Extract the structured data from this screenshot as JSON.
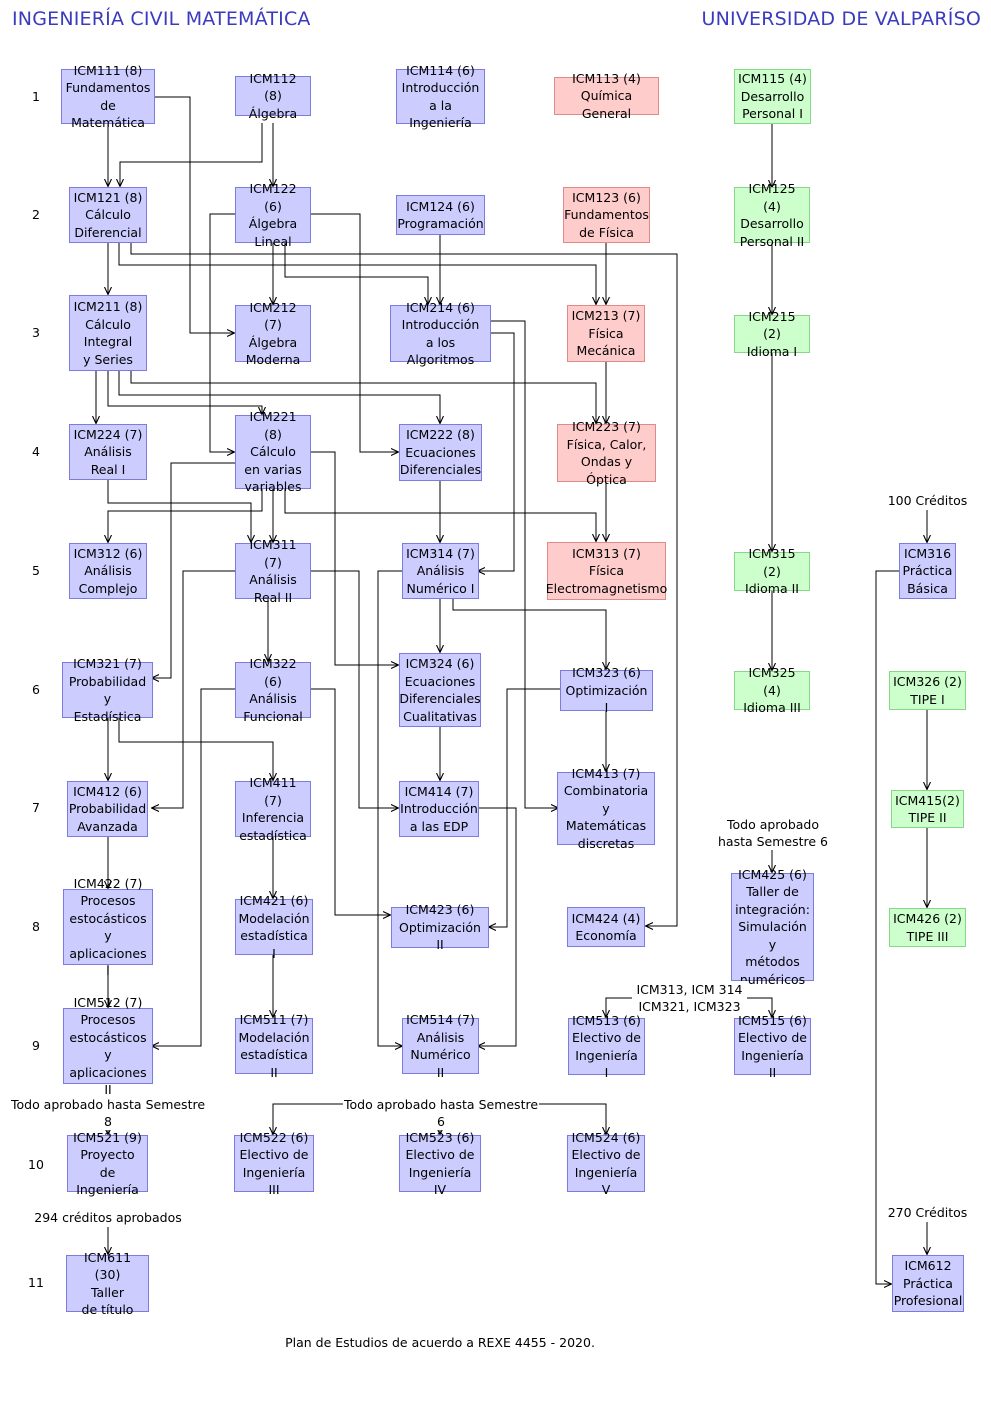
{
  "header": {
    "left": "INGENIERÍA CIVIL MATEMÁTICA",
    "right": "UNIVERSIDAD DE VALPARÍSO"
  },
  "semesters": [
    "1",
    "2",
    "3",
    "4",
    "5",
    "6",
    "7",
    "8",
    "9",
    "10",
    "11"
  ],
  "courses": {
    "icm111": "ICM111 (8)\nFundamentos\nde Matemática",
    "icm112": "ICM112 (8)\nÁlgebra",
    "icm114": "ICM114 (6)\nIntroducción\na la Ingeniería",
    "icm113": "ICM113 (4)\nQuímica General",
    "icm115": "ICM115 (4)\nDesarrollo\nPersonal I",
    "icm121": "ICM121 (8)\nCálculo\nDiferencial",
    "icm122": "ICM122 (6)\nÁlgebra\nLineal",
    "icm124": "ICM124 (6)\nProgramación",
    "icm123": "ICM123 (6)\nFundamentos\nde Física",
    "icm125": "ICM125 (4)\nDesarrollo\nPersonal II",
    "icm211": "ICM211 (8)\nCálculo\nIntegral\ny Series",
    "icm212": "ICM212 (7)\nÁlgebra\nModerna",
    "icm214": "ICM214 (6)\nIntroducción\na los Algoritmos",
    "icm213": "ICM213 (7)\nFísica\nMecánica",
    "icm215": "ICM215 (2)\nIdioma I",
    "icm224": "ICM224 (7)\nAnálisis\nReal I",
    "icm221": "ICM221 (8)\nCálculo\nen varias\nvariables",
    "icm222": "ICM222 (8)\nEcuaciones\nDiferenciales",
    "icm223": "ICM223 (7)\nFísica, Calor,\nOndas y Óptica",
    "icm312": "ICM312 (6)\nAnálisis\nComplejo",
    "icm311": "ICM311 (7)\nAnálisis\nReal II",
    "icm314": "ICM314 (7)\nAnálisis\nNumérico I",
    "icm313": "ICM313 (7)\nFísica\nElectromagnetismo",
    "icm315": "ICM315 (2)\nIdioma II",
    "icm316": "ICM316\nPráctica\nBásica",
    "icm321": "ICM321 (7)\nProbabilidad y\nEstadística",
    "icm322": "ICM322 (6)\nAnálisis\nFuncional",
    "icm324": "ICM324 (6)\nEcuaciones\nDiferenciales\nCualitativas",
    "icm323": "ICM323 (6)\nOptimización I",
    "icm325": "ICM325 (4)\nIdioma III",
    "icm326": "ICM326 (2)\nTIPE I",
    "icm412": "ICM412 (6)\nProbabilidad\nAvanzada",
    "icm411": "ICM411 (7)\nInferencia\nestadística",
    "icm414": "ICM414 (7)\nIntroducción\na las EDP",
    "icm413": "ICM413 (7)\nCombinatoria y\nMatemáticas\ndiscretas",
    "icm415": "ICM415(2)\nTIPE II",
    "icm422": "ICM422 (7)\nProcesos\nestocásticos y\naplicaciones I",
    "icm421": "ICM421 (6)\nModelación\nestadística I",
    "icm423": "ICM423 (6)\nOptimización II",
    "icm424": "ICM424 (4)\nEconomía",
    "icm425": "ICM425 (6)\nTaller de\nintegración:\nSimulación y\nmétodos\nnuméricos",
    "icm426": "ICM426 (2)\nTIPE III",
    "icm512": "ICM512 (7)\nProcesos\nestocásticos y\naplicaciones II",
    "icm511": "ICM511 (7)\nModelación\nestadística II",
    "icm514": "ICM514 (7)\nAnálisis\nNumérico II",
    "icm513": "ICM513 (6)\nElectivo de\nIngeniería I",
    "icm515": "ICM515 (6)\nElectivo de\nIngeniería II",
    "icm521": "ICM521 (9)\nProyecto\nde Ingeniería",
    "icm522": "ICM522 (6)\nElectivo de\nIngeniería III",
    "icm523": "ICM523 (6)\nElectivo de\nIngeniería IV",
    "icm524": "ICM524 (6)\nElectivo de\nIngeniería V",
    "icm611": "ICM611 (30)\nTaller\nde título",
    "icm612": "ICM612\nPráctica\nProfesional"
  },
  "notes": {
    "creditos100": "100 Créditos",
    "todo6": "Todo aprobado\nhasta Semestre 6",
    "elec_req": "ICM313, ICM 314\nICM321, ICM323",
    "todo8": "Todo aprobado hasta Semestre 8",
    "todo6b": "Todo aprobado hasta Semestre 6",
    "creditos294": "294 créditos aprobados",
    "creditos270": "270 Créditos"
  },
  "footer": "Plan de Estudios de acuerdo a REXE 4455 - 2020.",
  "colors": {
    "math": "#ccccff",
    "physics": "#ffcccc",
    "soft": "#ccffcc",
    "title": "#3b3bbf"
  }
}
